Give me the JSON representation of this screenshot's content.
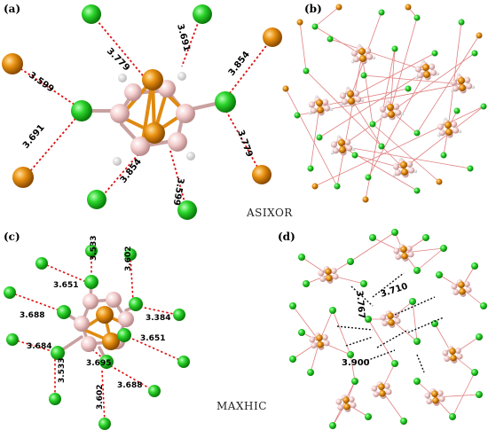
{
  "panels": {
    "a": {
      "label": "(a)",
      "distances": [
        "3.779",
        "3.691",
        "3.599",
        "3.854",
        "3.691",
        "3.854",
        "3.599",
        "3.779"
      ]
    },
    "b": {
      "label": "(b)"
    },
    "c": {
      "label": "(c)",
      "distances": [
        "3.533",
        "3.602",
        "3.651",
        "3.688",
        "3.384",
        "3.684",
        "3.695",
        "3.651",
        "3.533",
        "3.688",
        "3.602"
      ]
    },
    "d": {
      "label": "(d)",
      "distances": [
        "3.710",
        "3.767",
        "3.900"
      ]
    }
  },
  "captions": {
    "top": "ASIXOR",
    "bottom": "MAXHIC"
  },
  "colors": {
    "chlorine": "#22cc22",
    "metal": "#e08a10",
    "boron": "#f0c8c8",
    "hydrogen": "#eeeeee",
    "contact_red": "#dd1111",
    "contact_black": "#111111",
    "network": "#e08080"
  }
}
